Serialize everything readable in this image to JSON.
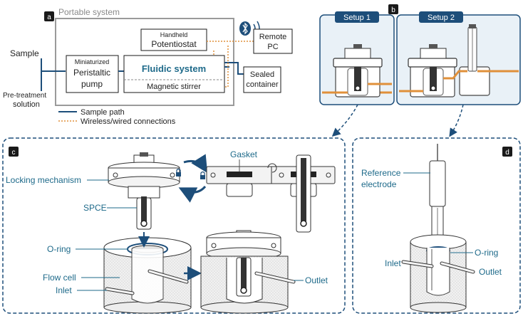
{
  "panel_a": {
    "badge": "a",
    "portable_system": "Portable system",
    "sample": "Sample",
    "pretreatment_line1": "Pre-treatment",
    "pretreatment_line2": "solution",
    "pump_line1": "Miniaturized",
    "pump_line2": "Peristaltic",
    "pump_line3": "pump",
    "potentiostat_line1": "Handheld",
    "potentiostat_line2": "Potentiostat",
    "fluidic_system": "Fluidic system",
    "magnetic_stirrer": "Magnetic stirrer",
    "remote_line1": "Remote",
    "remote_line2": "PC",
    "sealed_line1": "Sealed",
    "sealed_line2": "container",
    "legend_sample_path": "Sample path",
    "legend_connections": "Wireless/wired connections"
  },
  "panel_b": {
    "badge": "b",
    "setup1": "Setup 1",
    "setup2": "Setup 2"
  },
  "panel_c": {
    "badge": "c",
    "locking_mechanism": "Locking mechanism",
    "gasket": "Gasket",
    "spce": "SPCE",
    "o_ring": "O-ring",
    "flow_cell": "Flow cell",
    "inlet": "Inlet",
    "outlet": "Outlet"
  },
  "panel_d": {
    "badge": "d",
    "reference_line1": "Reference",
    "reference_line2": "electrode",
    "inlet": "Inlet",
    "o_ring": "O-ring",
    "outlet": "Outlet"
  },
  "colors": {
    "blue": "#1d4e7a",
    "teal_text": "#1e6a8a",
    "orange": "#e0903a",
    "grey_box": "#9a9a9a",
    "light_grey": "#e6e6e6",
    "panel_b_bg": "#e9f1f7"
  },
  "icons": [
    "bluetooth-icon",
    "wireless-waves-icon",
    "lock-icon",
    "rotate-arrow-icon"
  ]
}
